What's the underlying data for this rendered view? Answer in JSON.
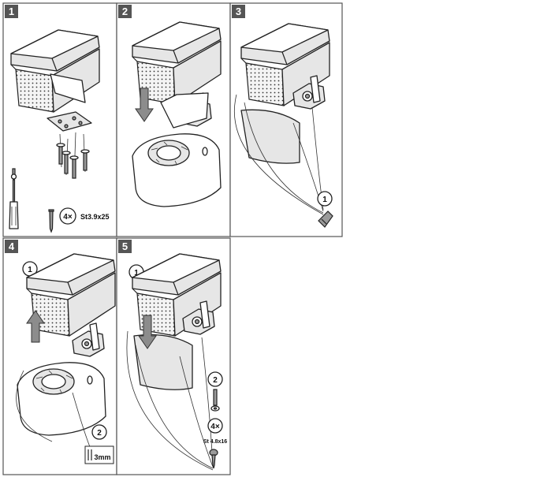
{
  "steps": [
    {
      "number": "1",
      "callouts": {
        "count": "4×",
        "screw_spec": "St3.9x25"
      }
    },
    {
      "number": "2"
    },
    {
      "number": "3",
      "callouts": {
        "step_ref": "1"
      }
    },
    {
      "number": "4",
      "callouts": {
        "step_ref_a": "1",
        "step_ref_b": "2",
        "gap": "3mm"
      }
    },
    {
      "number": "5",
      "callouts": {
        "step_ref_a": "1",
        "step_ref_b": "2",
        "count": "4×",
        "screw_spec": "St 4.8x16"
      }
    }
  ],
  "icons": [
    "screwdriver-icon",
    "screw-icon",
    "armrest-icon",
    "arrow-down-icon",
    "arrow-up-icon",
    "clip-icon",
    "washer-icon"
  ],
  "colors": {
    "border": "#555555",
    "label_bg": "#555555",
    "label_text": "#ffffff",
    "arrow": "#8c8c8c",
    "part_fill": "#e6e6e6"
  }
}
